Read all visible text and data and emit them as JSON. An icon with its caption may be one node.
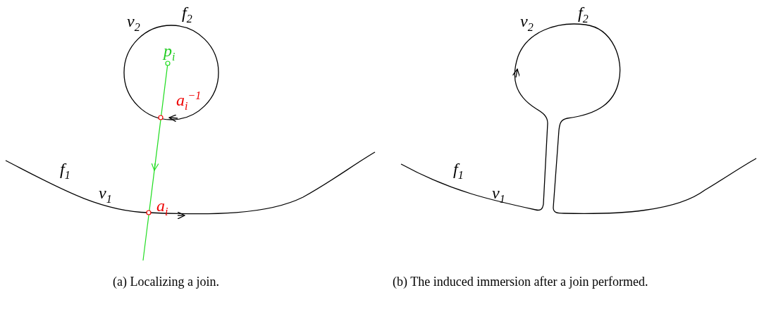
{
  "diagram": {
    "labels": [
      "*v*$_{2}$",
      "*f*$_{2}$",
      "*p*$_{i}$",
      "*a*$_{i}$$^{−1}$",
      "*f*$_{1}$",
      "*v*$_{1}$",
      "*a*$_{i}$",
      "*v*$_{2}$",
      "*f*$_{2}$",
      "*f*$_{1}$",
      "*v*$_{1}$",
      "(a) Localizing a join.",
      "(b) The induced immersion after a join performed."
    ]
  }
}
